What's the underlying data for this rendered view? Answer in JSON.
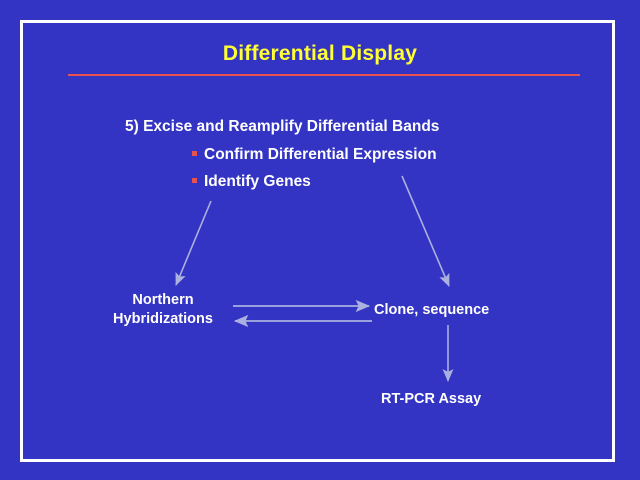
{
  "slide": {
    "title": "Differential Display",
    "title_color": "#ffff33",
    "background_color": "#3333c4",
    "frame_color": "#ffffff",
    "rule_color": "#e8524e",
    "body_text_color": "#ffffff",
    "arrow_color": "#aab0e0",
    "bullet_color": "#e8524e"
  },
  "body": {
    "heading": "5) Excise and Reamplify Differential Bands",
    "bullets": [
      {
        "label": "Confirm Differential Expression"
      },
      {
        "label": "Identify Genes"
      }
    ]
  },
  "flow": {
    "nodes": [
      {
        "id": "northern",
        "line1": "Northern",
        "line2": "Hybridizations"
      },
      {
        "id": "clone",
        "label": "Clone, sequence"
      },
      {
        "id": "rtpcr",
        "label": "RT-PCR Assay"
      }
    ],
    "connectors": [
      {
        "name": "bullets-to-northern",
        "kind": "diagonal-arrow",
        "direction": "down-left"
      },
      {
        "name": "bullets-to-clone",
        "kind": "diagonal-arrow",
        "direction": "down-right"
      },
      {
        "name": "northern-to-clone",
        "kind": "horizontal-arrow",
        "direction": "right"
      },
      {
        "name": "clone-to-northern",
        "kind": "horizontal-arrow",
        "direction": "left"
      },
      {
        "name": "clone-to-rtpcr",
        "kind": "vertical-arrow",
        "direction": "down"
      }
    ]
  }
}
